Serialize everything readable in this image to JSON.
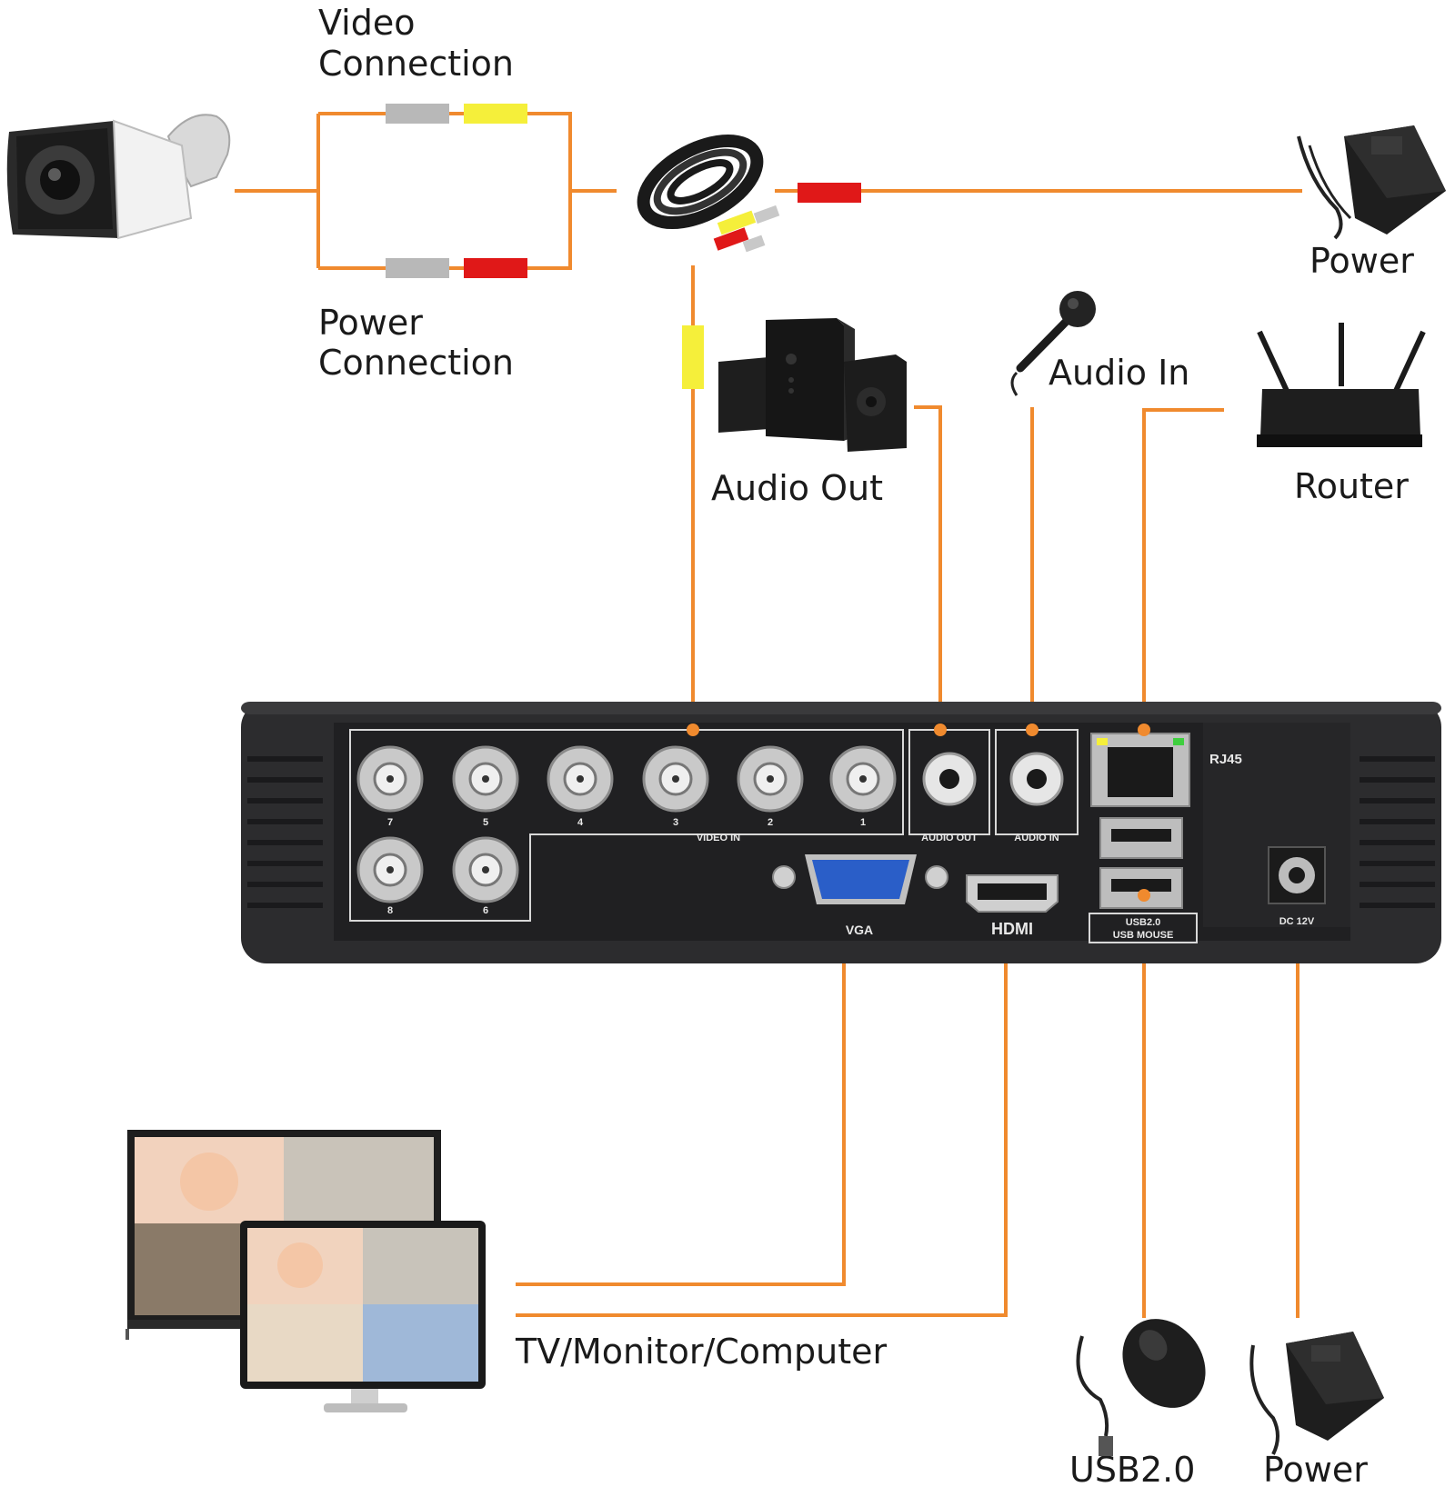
{
  "labels": {
    "video_connection": [
      "Video",
      "Connection"
    ],
    "power_connection": [
      "Power",
      "Connection"
    ],
    "power_top": "Power",
    "audio_out": "Audio Out",
    "audio_in": "Audio In",
    "router": "Router",
    "tv_monitor": "TV/Monitor/Computer",
    "usb": "USB2.0",
    "power_bottom": "Power"
  },
  "dvr": {
    "video_numbers_top": [
      "7",
      "5",
      "4",
      "3",
      "2",
      "1"
    ],
    "video_numbers_bottom": [
      "8",
      "6"
    ],
    "video_in": "VIDEO IN",
    "audio_out": "AUDIO OUT",
    "audio_in": "AUDIO IN",
    "rj45": "RJ45",
    "vga": "VGA",
    "hdmi": "HDMI",
    "usb_lines": [
      "USB2.0",
      "USB MOUSE"
    ],
    "dc": "DC 12V"
  },
  "colors": {
    "wire": "#f08a2e",
    "yellow": "#f5ef3a",
    "red": "#e01818",
    "gray": "#b8b8b8",
    "dvr_body": "#2c2c2e",
    "vga_blue": "#2a5ec8"
  },
  "icons": [
    "camera-icon",
    "cable-bundle-icon",
    "power-adapter-icon",
    "speakers-icon",
    "microphone-icon",
    "router-icon",
    "dvr-device",
    "monitor-icon",
    "mouse-icon"
  ]
}
